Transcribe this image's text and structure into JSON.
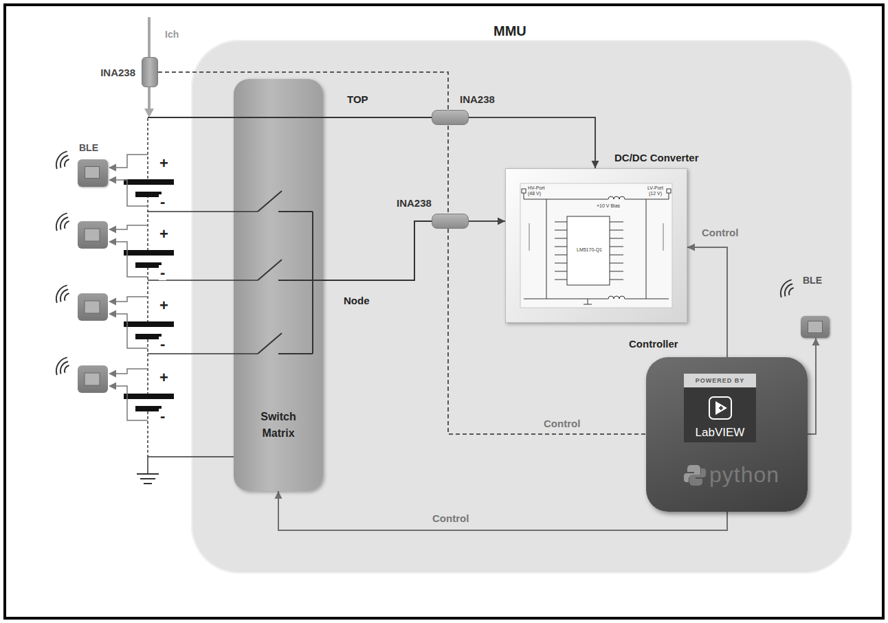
{
  "diagram": {
    "nodes": [
      {
        "text": [
          "MMU"
        ]
      },
      {
        "text": [
          "INA238"
        ]
      },
      {
        "text": [
          "BLE"
        ]
      },
      {
        "text": [
          "INA238"
        ],
        "in": 0
      },
      {
        "text": [
          "DC/DC Converter"
        ],
        "in": 0
      },
      {
        "text": [
          "INA238"
        ],
        "in": 0
      },
      {
        "text": [
          "Switch Matrix"
        ],
        "in": 0
      },
      {
        "text": [
          "Controller",
          "POWERED BY",
          "LabVIEW",
          "python"
        ],
        "in": 0
      },
      {
        "text": [
          "BLE"
        ],
        "in": 0
      }
    ],
    "edges": [
      {
        "from": 3,
        "to": 4,
        "arrow": "to"
      },
      {
        "from": 5,
        "to": 4,
        "arrow": "to"
      },
      {
        "from": 6,
        "to": 5,
        "arrow": "none"
      },
      {
        "from": 7,
        "to": 4,
        "label": "Control",
        "arrow": "to"
      },
      {
        "from": 7,
        "to": 6,
        "label": "Control",
        "arrow": "to"
      },
      {
        "from": 1,
        "to": 7,
        "label": "Control",
        "arrow": "none"
      },
      {
        "from": 7,
        "to": 8,
        "arrow": "to"
      }
    ],
    "labels": [
      "Ich",
      "TOP",
      "Node",
      "+",
      "-",
      "+",
      "-",
      "+",
      "-",
      "+",
      "-",
      "HV-Port",
      "(48 V)",
      "LV-Port",
      "(12 V)",
      "+10 V Bias",
      "LM5170-Q1"
    ]
  }
}
